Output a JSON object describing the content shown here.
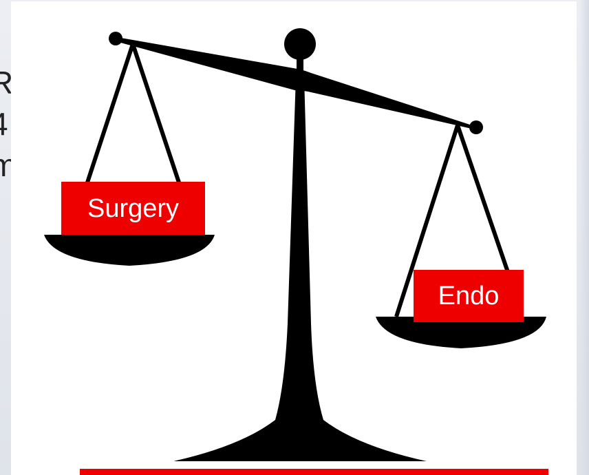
{
  "background_text_fragments": [
    "R",
    "4",
    "m"
  ],
  "labels": {
    "left_pan": "Surgery",
    "right_pan": "Endo"
  },
  "colors": {
    "label_background": "#ee0000",
    "label_text": "#ffffff",
    "scale": "#000000",
    "panel": "#ffffff",
    "accent_bar": "#ee0000"
  },
  "icons": {
    "scale": "balance-scale-icon"
  }
}
